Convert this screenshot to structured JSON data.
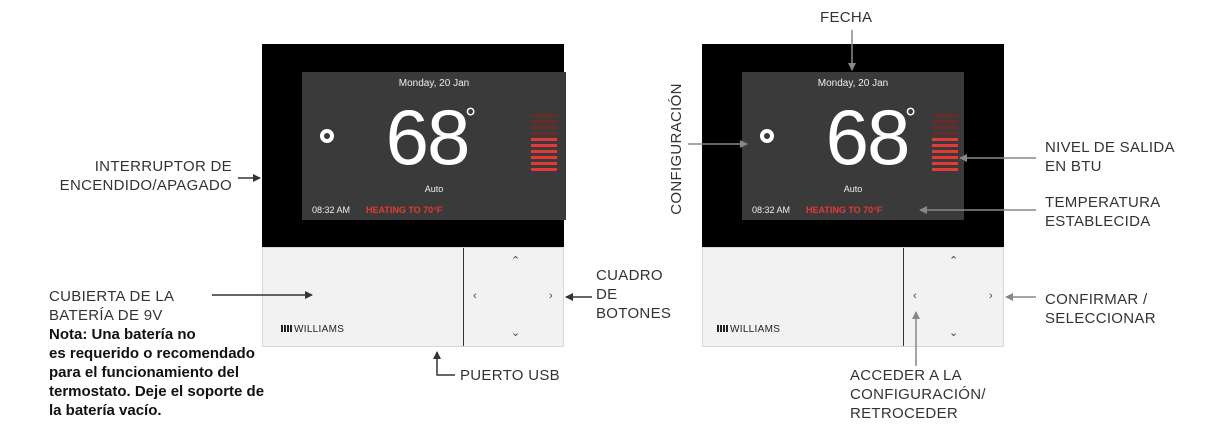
{
  "device": {
    "date": "Monday, 20 Jan",
    "temperature": "68",
    "degree": "°",
    "mode": "Auto",
    "time": "08:32 AM",
    "status": "HEATING TO 70°F",
    "brand": "WILLIAMS",
    "btu_level": {
      "filled": 6,
      "total": 10
    },
    "colors": {
      "frame": "#000000",
      "screen": "#3a3a3a",
      "heating": "#e53935",
      "bezel": "#f2f2f2"
    }
  },
  "left_labels": {
    "power_switch": [
      "INTERRUPTOR DE",
      "ENCENDIDO/APAGADO"
    ],
    "battery_cover": [
      "CUBIERTA DE LA",
      "BATERÍA DE 9V"
    ],
    "note": [
      "Nota: Una batería no",
      "es requerido o recomendado",
      "para el funcionamiento del",
      "termostato. Deje el soporte de",
      "la batería vacío."
    ],
    "button_pad": [
      "CUADRO",
      "DE",
      "BOTONES"
    ],
    "usb_port": "PUERTO USB"
  },
  "right_labels": {
    "date_label": "FECHA",
    "settings": "CONFIGURACIÓN",
    "btu_output": [
      "NIVEL DE SALIDA",
      "EN BTU"
    ],
    "set_temp": [
      "TEMPERATURA",
      "ESTABLECIDA"
    ],
    "confirm": [
      "CONFIRMAR /",
      "SELECCIONAR"
    ],
    "back": [
      "ACCEDER A LA",
      "CONFIGURACIÓN/",
      "RETROCEDER"
    ]
  },
  "chevrons": {
    "up": "⌃",
    "down": "⌄",
    "left": "‹",
    "right": "›"
  }
}
